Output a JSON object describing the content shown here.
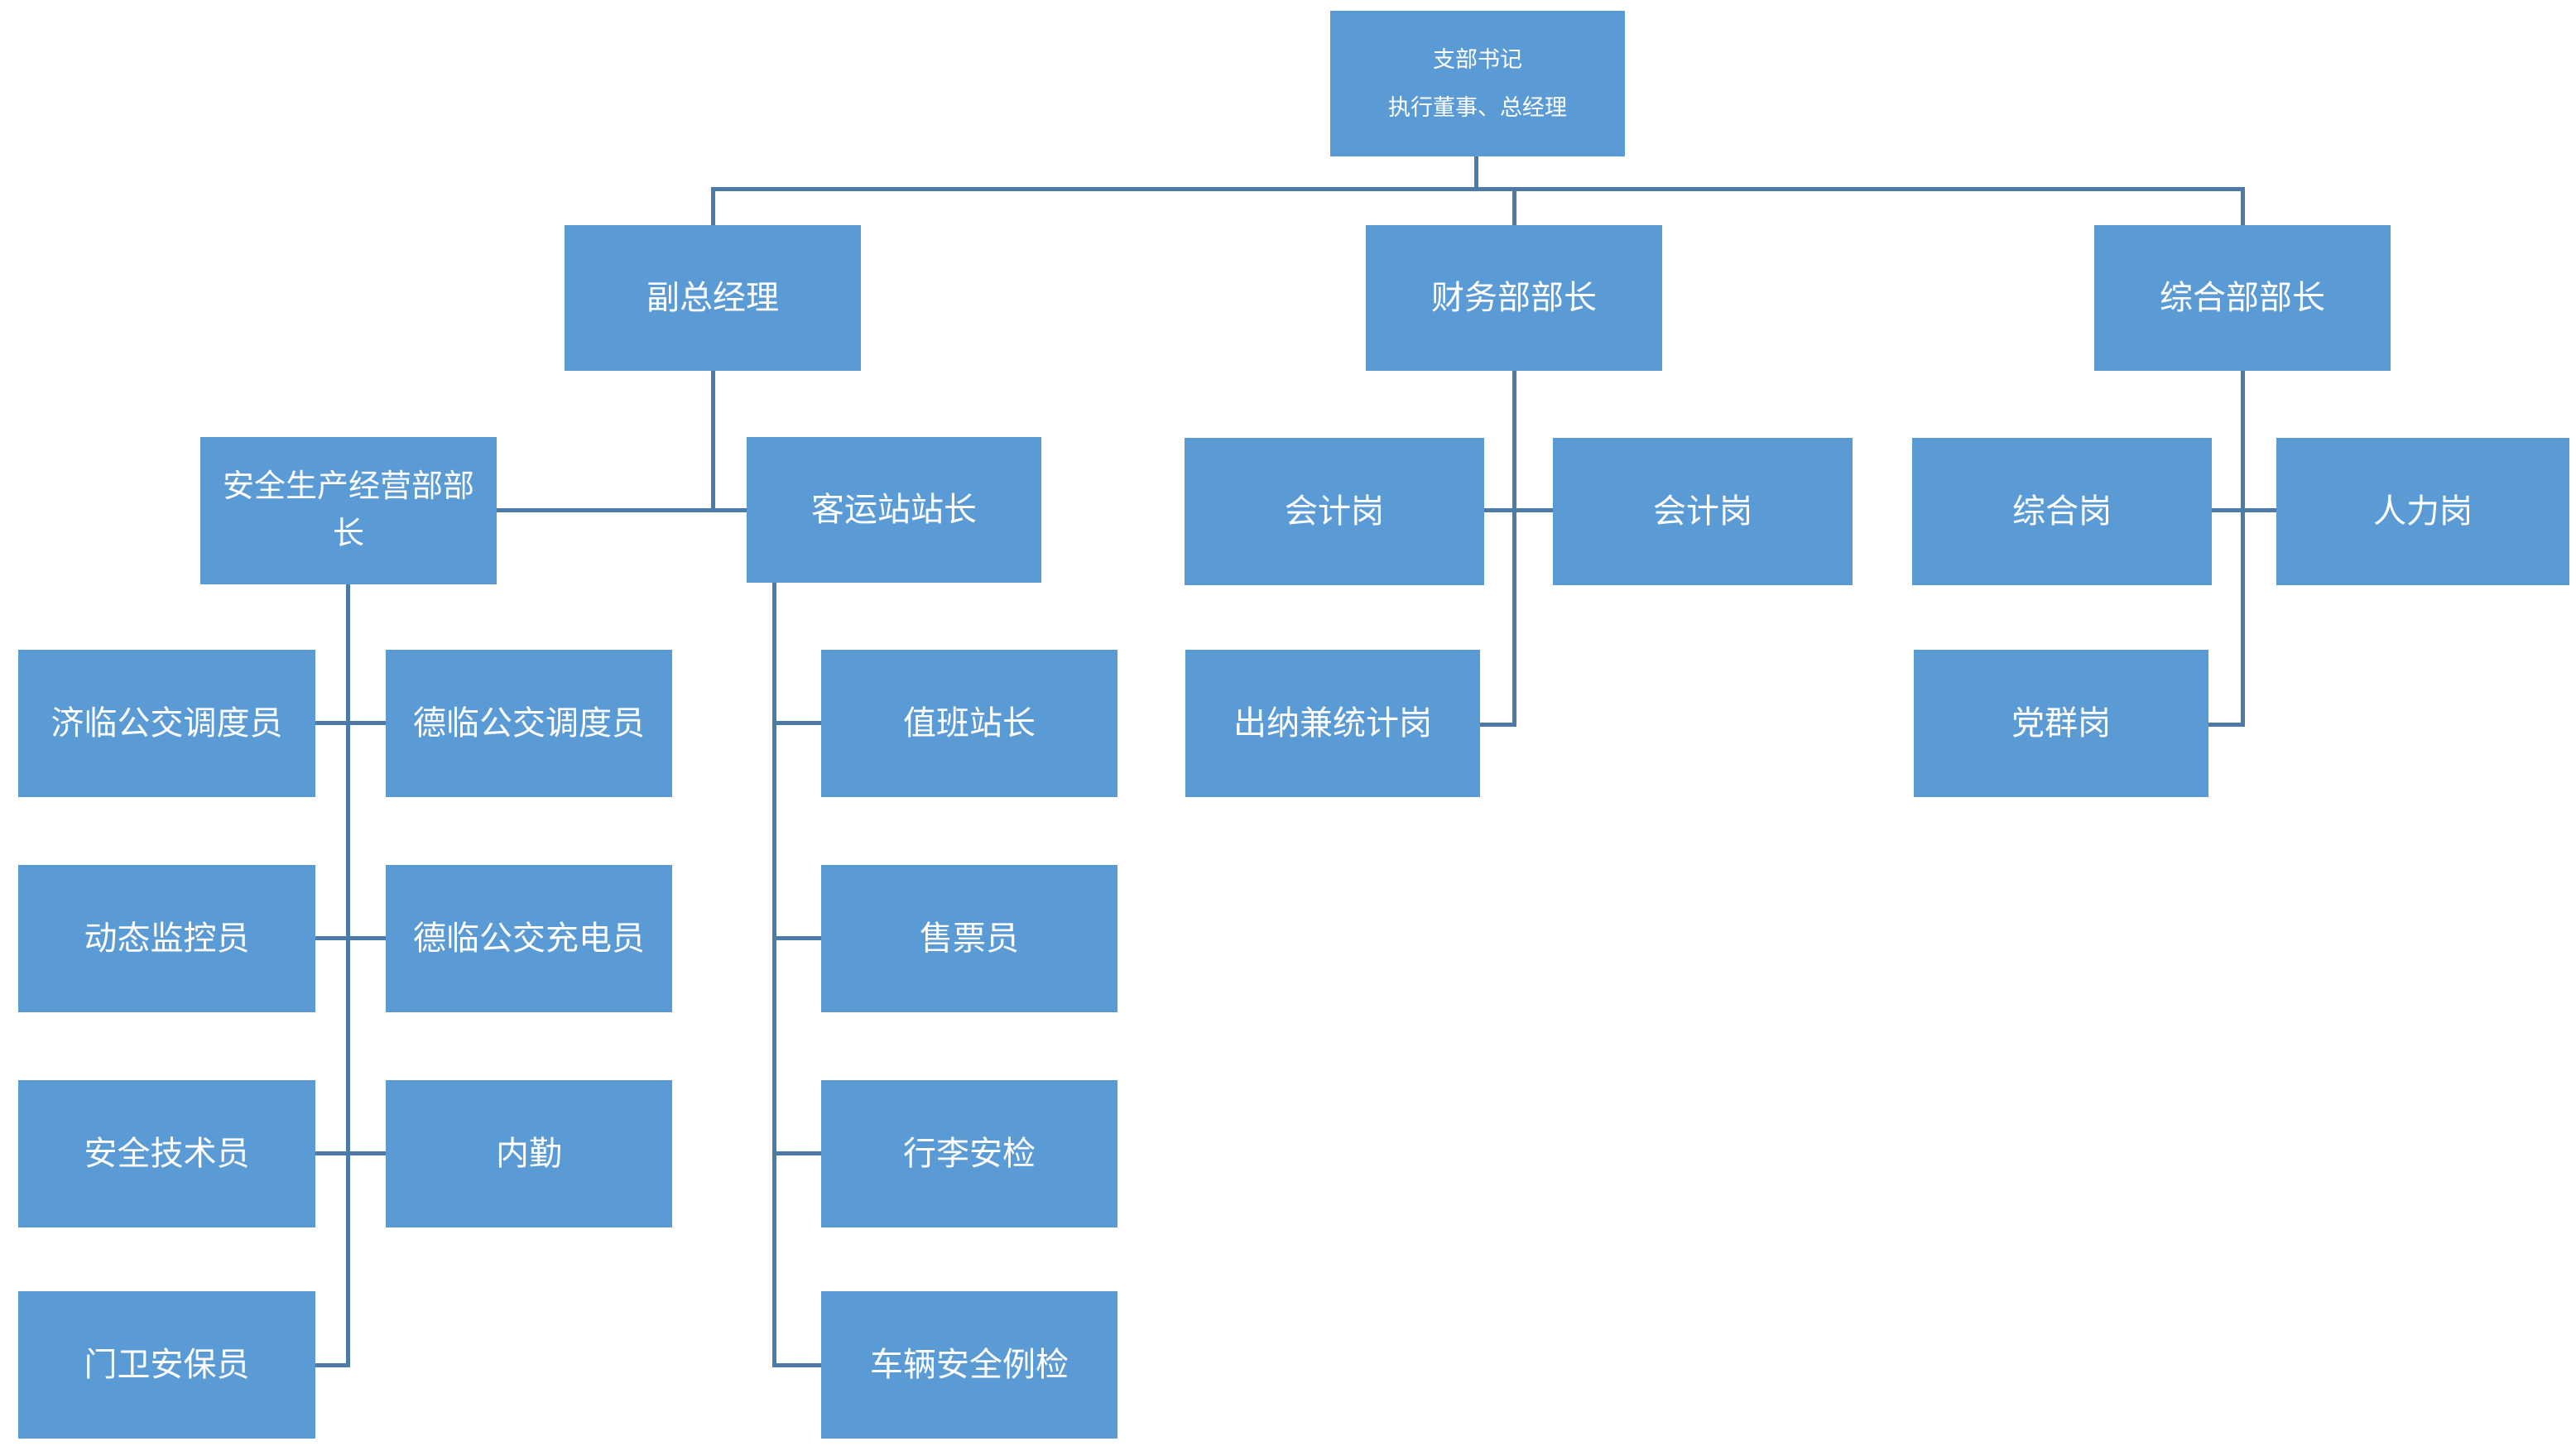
{
  "diagram": {
    "type": "org-chart",
    "background_color": "#ffffff",
    "box_fill_color": "#5b9bd5",
    "box_text_color": "#ffffff",
    "connector_color": "#4d7ba8"
  },
  "nodes": {
    "root_line1": "支部书记",
    "root_line2": "执行董事、总经理",
    "deputy_gm": "副总经理",
    "finance_head": "财务部部长",
    "general_head": "综合部部长",
    "safety_ops_head": "安全生产经营部部长",
    "station_master": "客运站站长",
    "accounting_1": "会计岗",
    "accounting_2": "会计岗",
    "cashier_statistics": "出纳兼统计岗",
    "comprehensive": "综合岗",
    "hr": "人力岗",
    "party_mass": "党群岗",
    "jilin_dispatcher": "济临公交调度员",
    "delin_dispatcher": "德临公交调度员",
    "dynamic_monitor": "动态监控员",
    "delin_charger": "德临公交充电员",
    "safety_technician": "安全技术员",
    "internal_clerk": "内勤",
    "gate_security": "门卫安保员",
    "duty_station_master": "值班站长",
    "ticket_seller": "售票员",
    "luggage_security": "行李安检",
    "vehicle_safety_check": "车辆安全例检"
  },
  "tree": {
    "label": [
      "支部书记",
      "执行董事、总经理"
    ],
    "children": [
      {
        "label": "副总经理",
        "children": [
          {
            "label": "安全生产经营部部长",
            "children": [
              "济临公交调度员",
              "德临公交调度员",
              "动态监控员",
              "德临公交充电员",
              "安全技术员",
              "内勤",
              "门卫安保员"
            ]
          },
          {
            "label": "客运站站长",
            "children": [
              "值班站长",
              "售票员",
              "行李安检",
              "车辆安全例检"
            ]
          }
        ]
      },
      {
        "label": "财务部部长",
        "children": [
          "会计岗",
          "会计岗",
          "出纳兼统计岗"
        ]
      },
      {
        "label": "综合部部长",
        "children": [
          "综合岗",
          "人力岗",
          "党群岗"
        ]
      }
    ]
  }
}
